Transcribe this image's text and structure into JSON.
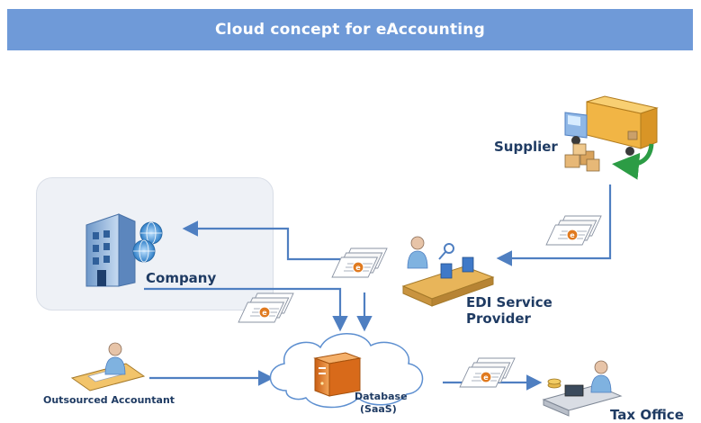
{
  "title": "Cloud concept for eAccounting",
  "nodes": {
    "supplier": "Supplier",
    "company": "Company",
    "edi_line1": "EDI Service",
    "edi_line2": "Provider",
    "accountant": "Outsourced Accountant",
    "database_line1": "Database",
    "database_line2": "(SaaS)",
    "tax_office": "Tax Office"
  },
  "colors": {
    "banner": "#6f9ad8",
    "arrow": "#4f7fc1",
    "invoice_logo": "#e07a1f",
    "green_arrow": "#2c9c45"
  },
  "icons": [
    "truck-icon",
    "building-icon",
    "globe-icon",
    "person-icon",
    "server-icon",
    "cloud-icon",
    "document-stack-icon"
  ]
}
